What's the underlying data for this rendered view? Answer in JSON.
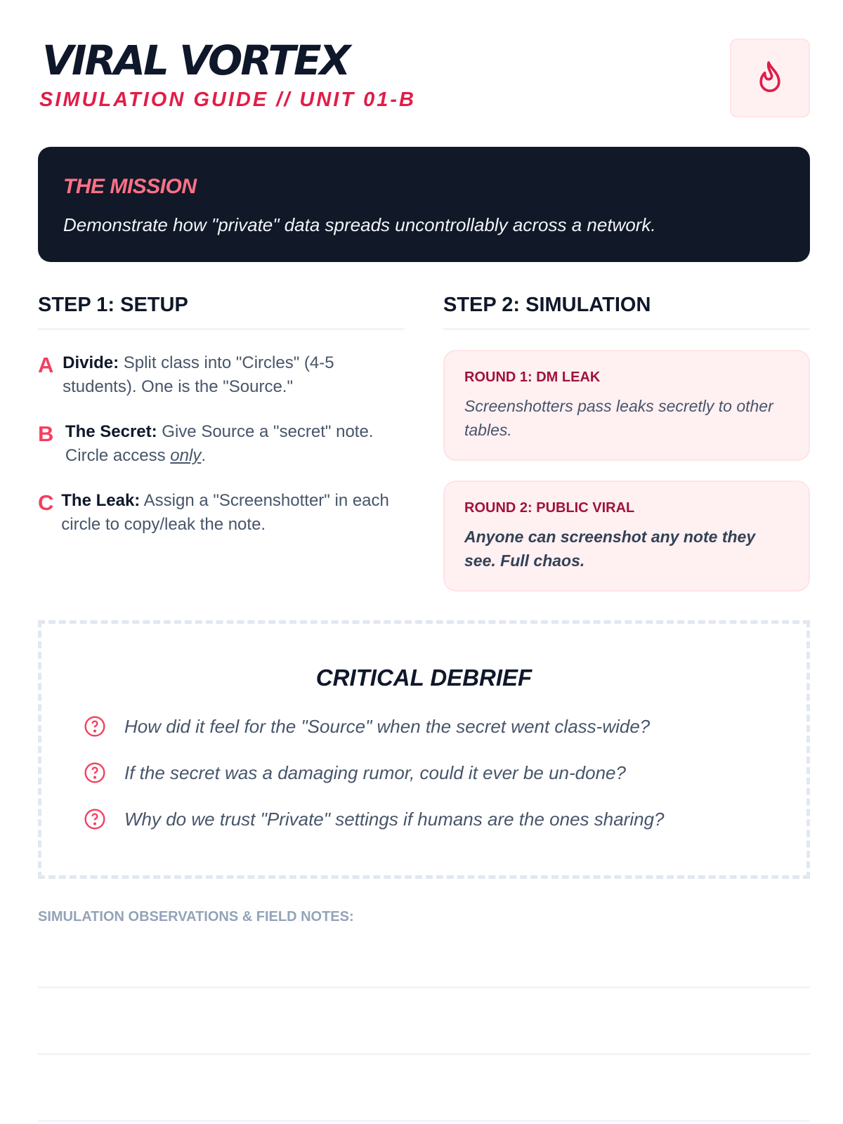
{
  "header": {
    "title": "VIRAL VORTEX",
    "subtitle": "SIMULATION GUIDE // UNIT 01-B",
    "icon": "flame-icon"
  },
  "mission": {
    "title": "THE MISSION",
    "text": "Demonstrate how \"private\" data spreads uncontrollably across a network."
  },
  "step1": {
    "heading": "STEP 1: SETUP",
    "items": [
      {
        "letter": "A",
        "label": "Divide:",
        "text": " Split class into \"Circles\" (4-5 students). One is the \"Source.\""
      },
      {
        "letter": "B",
        "label": "The Secret:",
        "text": " Give Source a \"secret\" note. Circle access ",
        "em": "only",
        "tail": "."
      },
      {
        "letter": "C",
        "label": "The Leak:",
        "text": " Assign a \"Screenshotter\" in each circle to copy/leak the note."
      }
    ]
  },
  "step2": {
    "heading": "STEP 2: SIMULATION",
    "rounds": [
      {
        "title": "ROUND 1: DM LEAK",
        "text": "Screenshotters pass leaks secretly to other tables."
      },
      {
        "title": "ROUND 2: PUBLIC VIRAL",
        "text": "Anyone can screenshot any note they see. Full chaos."
      }
    ]
  },
  "debrief": {
    "title": "CRITICAL DEBRIEF",
    "questions": [
      "How did it feel for the \"Source\" when the secret went class-wide?",
      "If the secret was a damaging rumor, could it ever be un-done?",
      "Why do we trust \"Private\" settings if humans are the ones sharing?"
    ]
  },
  "notes": {
    "label": "SIMULATION OBSERVATIONS & FIELD NOTES:"
  },
  "colors": {
    "accent": "#e11d48",
    "dark": "#111827",
    "pink_bg": "#fff0f2"
  }
}
